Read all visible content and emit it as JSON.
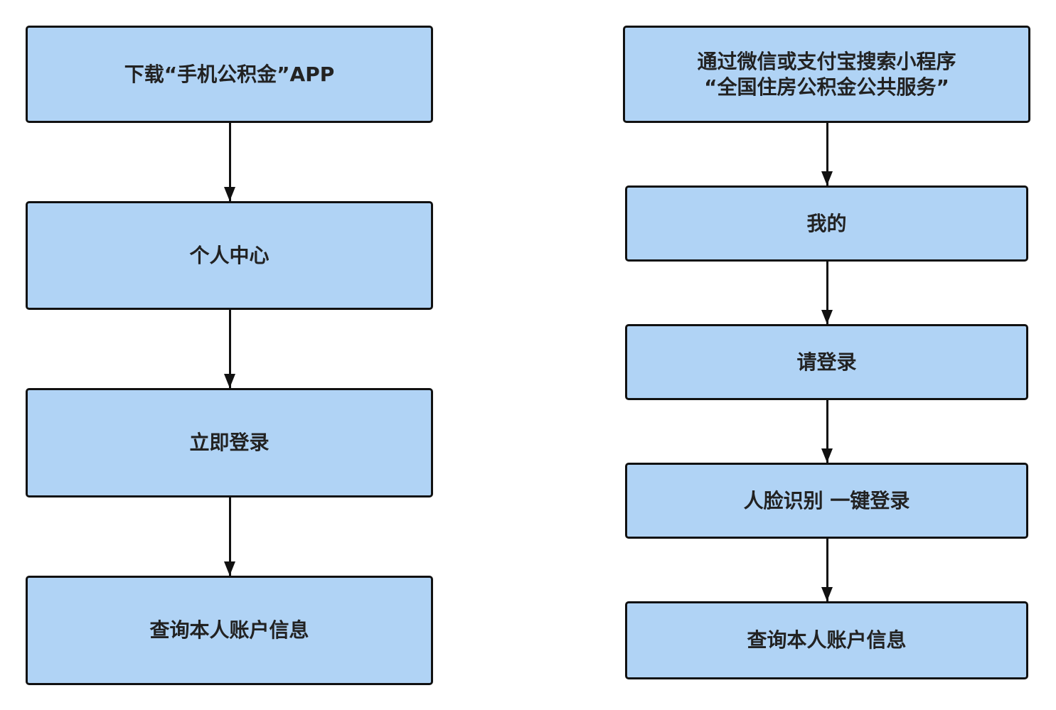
{
  "left_flow": {
    "step1": "下载“手机公积金”APP",
    "step2": "个人中心",
    "step3": "立即登录",
    "step4": "查询本人账户信息"
  },
  "right_flow": {
    "step1_line1": "通过微信或支付宝搜索小程序",
    "step1_line2": "“全国住房公积金公共服务”",
    "step2": "我的",
    "step3": "请登录",
    "step4": "人脸识别 一键登录",
    "step5": "查询本人账户信息"
  },
  "colors": {
    "box_fill": "#b0d3f5",
    "box_border": "#111111",
    "text": "#222222"
  }
}
